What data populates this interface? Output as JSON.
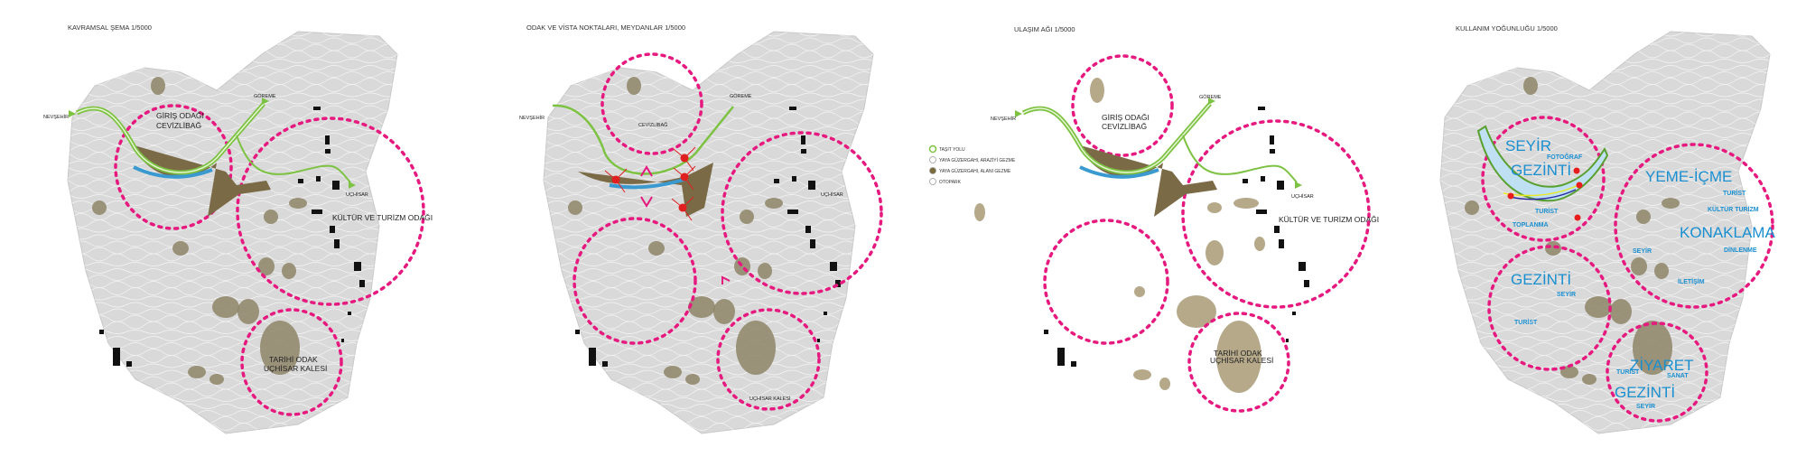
{
  "panels": [
    {
      "title": "KAVRAMSAL ŞEMA 1/5000",
      "labels": {
        "nevsehir": "NEVŞEHİR",
        "goreme": "GÖREME",
        "giris_1": "GİRİŞ ODAĞI",
        "giris_2": "CEVİZLİBAĞ",
        "uchisar": "UÇHİSAR",
        "kultur": "KÜLTÜR VE TURİZM ODAĞI",
        "tarihi_1": "TARİHİ ODAK",
        "tarihi_2": "UÇHİSAR KALESİ"
      }
    },
    {
      "title": "ODAK VE VİSTA NOKTALARI, MEYDANLAR 1/5000",
      "labels": {
        "nevsehir": "NEVŞEHİR",
        "goreme": "GÖREME",
        "cevizlibag": "CEVİZLİBAĞ",
        "uchisar": "UÇHİSAR",
        "kale": "UÇHİSAR KALESİ"
      }
    },
    {
      "title": "ULAŞIM AĞI 1/5000",
      "legend": [
        {
          "label": "TAŞIT YOLU",
          "color": "#7dc242"
        },
        {
          "label": "YAYA GÜZERGAHI, ARAZİYİ GEZME",
          "color": "#ffffff"
        },
        {
          "label": "YAYA GÜZERGAHI, ALANI GEZME",
          "color": "#7a6a3a"
        },
        {
          "label": "OTOPARK",
          "color": "#ffffff"
        }
      ],
      "labels": {
        "nevsehir": "NEVŞEHİR",
        "goreme": "GÖREME",
        "giris_1": "GİRİŞ ODAĞI",
        "giris_2": "CEVİZLİBAĞ",
        "uchisar": "UÇHİSAR",
        "kultur": "KÜLTÜR VE TURİZM ODAĞI",
        "tarihi_1": "TARİHİ ODAK",
        "tarihi_2": "UÇHİSAR KALESİ"
      }
    },
    {
      "title": "KULLANIM YOĞUNLUĞU 1/5000",
      "labels": {
        "seyir_big": "SEYİR",
        "fotograf": "FOTOĞRAF",
        "gezinti_top": "GEZİNTİ",
        "turist_top": "TURİST",
        "toplanma": "TOPLANMA",
        "yeme_icme": "YEME-İÇME",
        "turist_right": "TURİST",
        "kultur_turizm": "KÜLTÜR TURİZM",
        "konaklama": "KONAKLAMA",
        "seyir_right": "SEYİR",
        "dinlenme": "DİNLENME",
        "iletisim": "İLETİŞİM",
        "gezinti_left": "GEZİNTİ",
        "seyir_left": "SEYİR",
        "turist_left": "TURİST",
        "ziyaret": "ZİYARET",
        "turist_bottom": "TURİST",
        "sanat": "SANAT",
        "gezinti_bottom": "GEZİNTİ",
        "seyir_bottom": "SEYİR"
      }
    }
  ],
  "colors": {
    "focus_circle": "#e6197f",
    "road": "#7dc242",
    "usage_text": "#1a8fd0",
    "terrain": "#d9d9d9",
    "rock": "#b5a98a",
    "building": "#111111",
    "water": "#3a9ad0",
    "path_brown": "#7a6a46",
    "vista_point": "#e02020"
  }
}
